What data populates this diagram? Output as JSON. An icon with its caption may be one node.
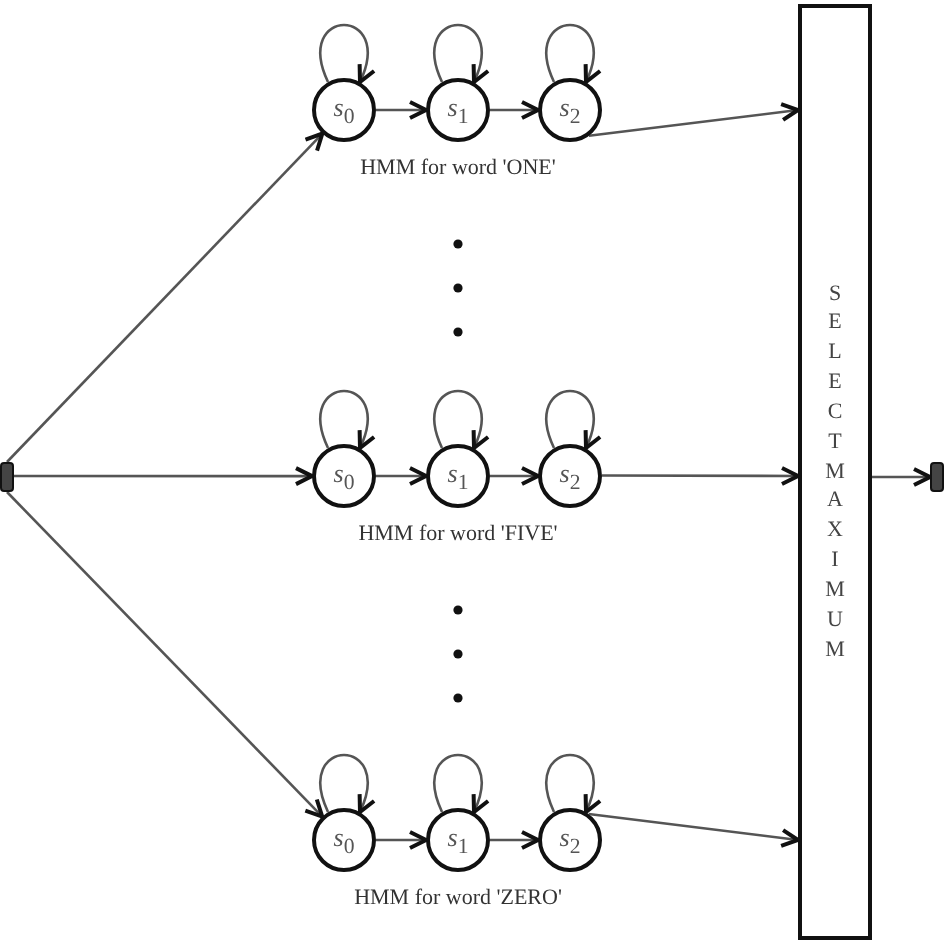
{
  "diagram": {
    "nodes": [
      {
        "text": [],
        "shape": "bar"
      },
      {
        "text": [
          "*s*$_{0}$"
        ]
      },
      {
        "text": [
          "*s*$_{1}$"
        ]
      },
      {
        "text": [
          "*s*$_{2}$"
        ]
      },
      {
        "text": [
          "*s*$_{0}$"
        ]
      },
      {
        "text": [
          "*s*$_{1}$"
        ]
      },
      {
        "text": [
          "*s*$_{2}$"
        ]
      },
      {
        "text": [
          "*s*$_{0}$"
        ]
      },
      {
        "text": [
          "*s*$_{1}$"
        ]
      },
      {
        "text": [
          "*s*$_{2}$"
        ]
      },
      {
        "text": [
          "SELECT MAXIMUM"
        ]
      },
      {
        "text": [],
        "shape": "bar"
      }
    ],
    "edges": [
      {
        "from": 1,
        "to": 1,
        "arrow": "to"
      },
      {
        "from": 2,
        "to": 2,
        "arrow": "to"
      },
      {
        "from": 3,
        "to": 3,
        "arrow": "to"
      },
      {
        "from": 0,
        "to": 1,
        "arrow": "to"
      },
      {
        "from": 1,
        "to": 2,
        "arrow": "to"
      },
      {
        "from": 2,
        "to": 3,
        "arrow": "to"
      },
      {
        "from": 3,
        "to": 10,
        "arrow": "to"
      },
      {
        "from": 4,
        "to": 4,
        "arrow": "to"
      },
      {
        "from": 5,
        "to": 5,
        "arrow": "to"
      },
      {
        "from": 6,
        "to": 6,
        "arrow": "to"
      },
      {
        "from": 0,
        "to": 4,
        "arrow": "to"
      },
      {
        "from": 4,
        "to": 5,
        "arrow": "to"
      },
      {
        "from": 5,
        "to": 6,
        "arrow": "to"
      },
      {
        "from": 6,
        "to": 10,
        "arrow": "to"
      },
      {
        "from": 7,
        "to": 7,
        "arrow": "to"
      },
      {
        "from": 8,
        "to": 8,
        "arrow": "to"
      },
      {
        "from": 9,
        "to": 9,
        "arrow": "to"
      },
      {
        "from": 0,
        "to": 7,
        "arrow": "to"
      },
      {
        "from": 7,
        "to": 8,
        "arrow": "to"
      },
      {
        "from": 8,
        "to": 9,
        "arrow": "to"
      },
      {
        "from": 9,
        "to": 10,
        "arrow": "to"
      },
      {
        "from": 10,
        "to": 11,
        "arrow": "to"
      }
    ],
    "labels": [
      "HMM for word 'ONE'",
      "HMM for word 'FIVE'",
      "HMM for word 'ZERO'"
    ]
  }
}
